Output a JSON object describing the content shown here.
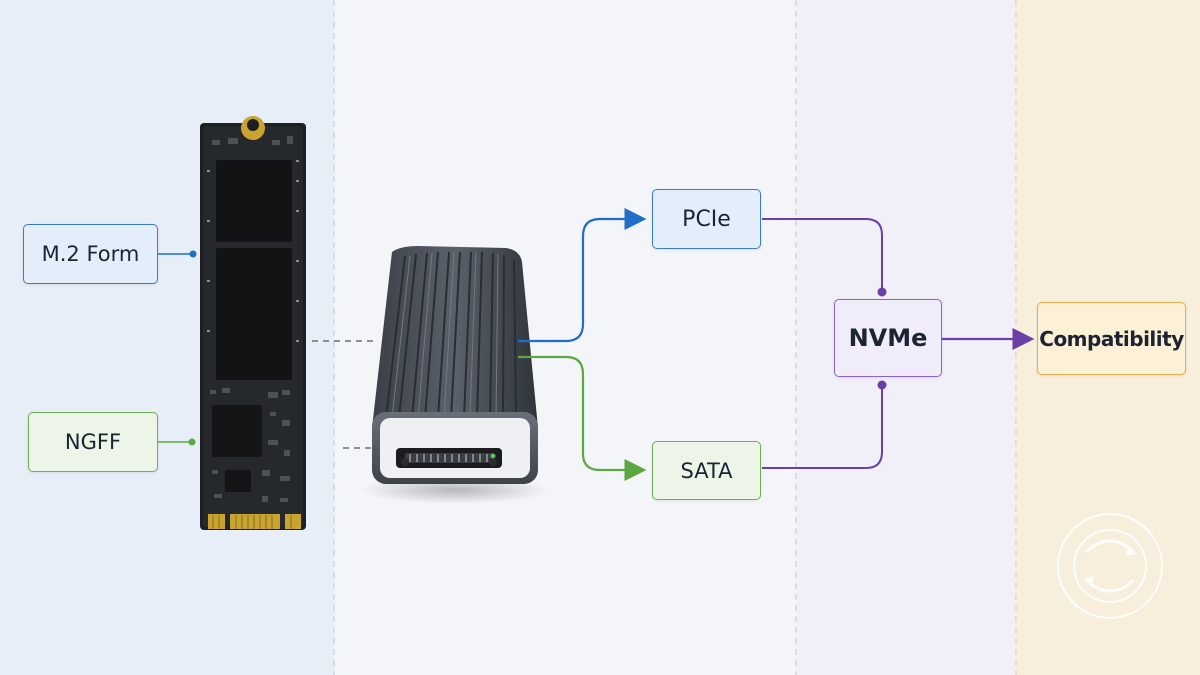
{
  "labels": {
    "m2_form": "M.2 Form",
    "ngff": "NGFF",
    "pcie": "PCIe",
    "sata": "SATA",
    "nvme": "NVMe",
    "compatibility": "Compatibility"
  },
  "colors": {
    "blue": "#1f6fc8",
    "green": "#5aa83f",
    "purple": "#6b3fa8",
    "amber": "#e0b04a",
    "zone_left": "#e7eef8",
    "zone_right": "#f8eedc"
  },
  "icons": {
    "ssd": "m2-ssd-card",
    "enclosure": "usb-ssd-enclosure",
    "watermark": "circular-arrows-icon"
  }
}
